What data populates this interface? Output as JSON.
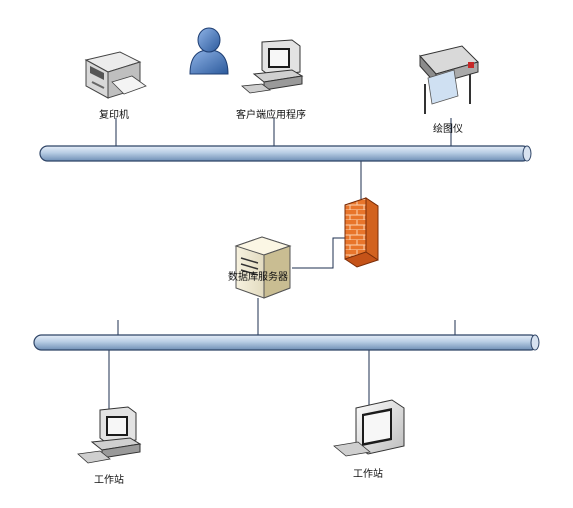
{
  "diagram": {
    "labels": {
      "copier": "复印机",
      "client_app": "客户端应用程序",
      "plotter": "绘图仪",
      "db_server": "数据库服务器",
      "workstation_left": "工作站",
      "workstation_right": "工作站"
    },
    "colors": {
      "bus_fill": "#b8cde4",
      "bus_stroke": "#2e4466",
      "line": "#1c2f4f",
      "firewall": "#e8752b",
      "user": "#4a78b8"
    }
  }
}
